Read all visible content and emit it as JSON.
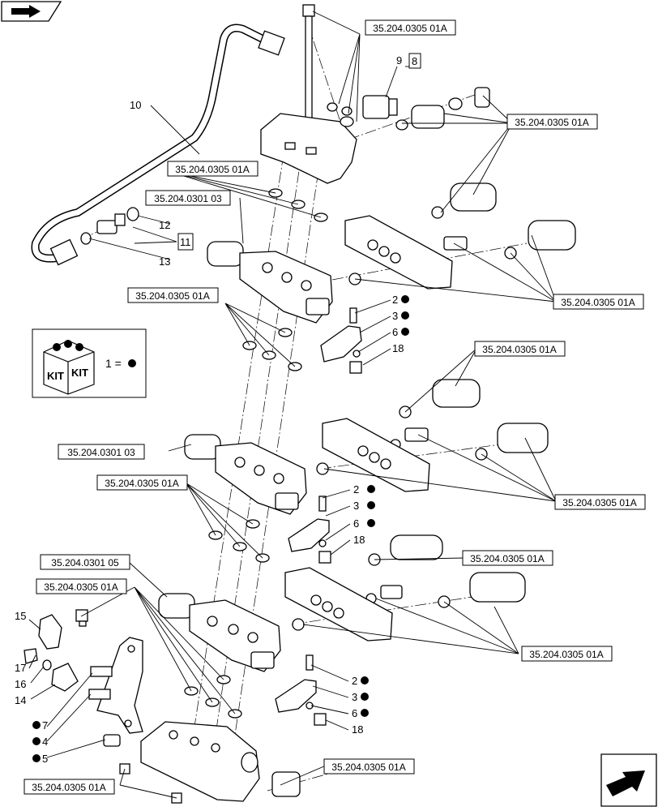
{
  "refs": {
    "r1": "35.204.0305 01A",
    "r2": "35.204.0305 01A",
    "r3": "35.204.0305 01A",
    "r4": "35.204.0301 03",
    "r5": "35.204.0305 01A",
    "r6": "35.204.0305 01A",
    "r7": "35.204.0305 01A",
    "r8": "35.204.0301 03",
    "r9": "35.204.0305 01A",
    "r10": "35.204.0305 01A",
    "r11": "35.204.0305 01A",
    "r12": "35.204.0301 05",
    "r13": "35.204.0305 01A",
    "r14": "35.204.0305 01A",
    "r15": "35.204.0305 01A",
    "r16": "35.204.0305 01A"
  },
  "callouts": {
    "c9": "9",
    "c8": "8",
    "c10": "10",
    "c12": "12",
    "c11": "11",
    "c13": "13",
    "c2a": "2",
    "c3a": "3",
    "c6a": "6",
    "c18a": "18",
    "c2b": "2",
    "c3b": "3",
    "c6b": "6",
    "c18b": "18",
    "c2c": "2",
    "c3c": "3",
    "c6c": "6",
    "c18c": "18",
    "c15": "15",
    "c17": "17",
    "c16": "16",
    "c14": "14",
    "c7": "7",
    "c4": "4",
    "c5": "5"
  },
  "legend": {
    "kit_word_1": "KIT",
    "kit_word_2": "KIT",
    "equals": "1 ="
  },
  "icons": {
    "nav_top": "back-arrow-icon",
    "nav_bottom": "forward-arrow-icon",
    "kit": "kit-box-icon",
    "bullet": "filled-circle"
  }
}
